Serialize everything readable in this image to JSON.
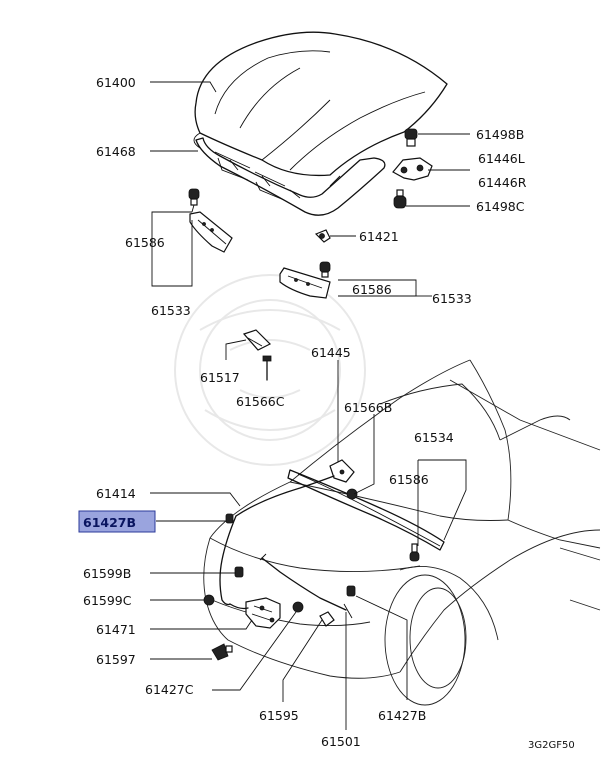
{
  "diagram_code": "3G2GF50",
  "highlighted_part": "61427B",
  "parts": {
    "p61400": "61400",
    "p61468": "61468",
    "p61498B": "61498B",
    "p61446L": "61446L",
    "p61446R": "61446R",
    "p61498C": "61498C",
    "p61586_left": "61586",
    "p61533_left": "61533",
    "p61421": "61421",
    "p61586_mid": "61586",
    "p61533_right": "61533",
    "p61517": "61517",
    "p61566C": "61566C",
    "p61445": "61445",
    "p61566B": "61566B",
    "p61534": "61534",
    "p61586_right": "61586",
    "p61414": "61414",
    "p61427B_sel": "61427B",
    "p61599B": "61599B",
    "p61599C": "61599C",
    "p61471": "61471",
    "p61597": "61597",
    "p61427C": "61427C",
    "p61595": "61595",
    "p61427B_bottom": "61427B",
    "p61501": "61501"
  }
}
